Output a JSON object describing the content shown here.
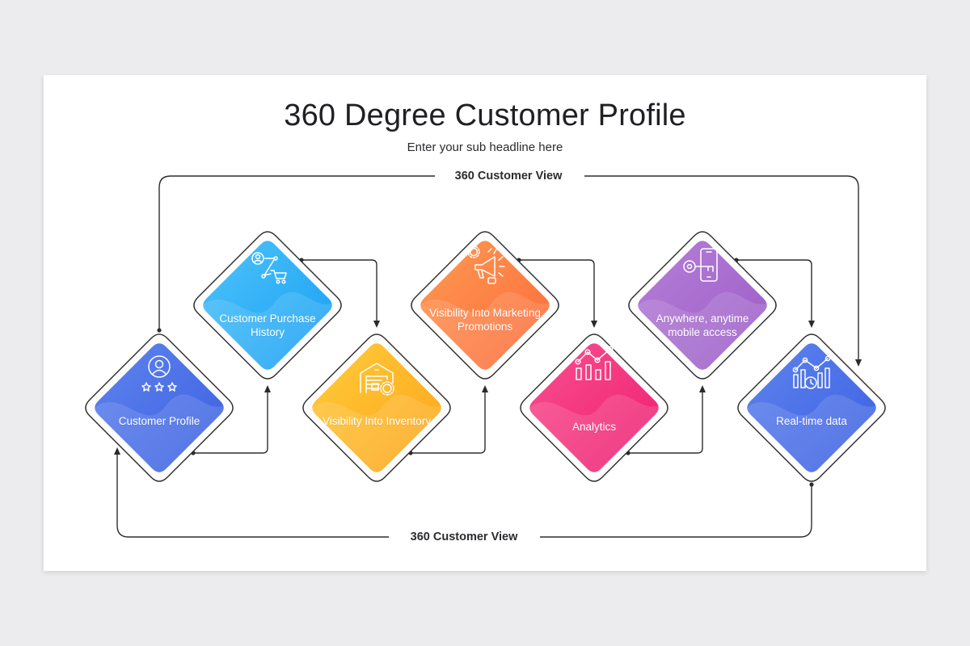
{
  "title": "360 Degree Customer Profile",
  "subtitle": "Enter your sub headline here",
  "loop_label_top": "360 Customer View",
  "loop_label_bottom": "360 Customer View",
  "nodes": [
    {
      "label": "Customer Profile",
      "icon": "customer-rating-icon",
      "colors": [
        "#5f84ee",
        "#3b5fe0"
      ]
    },
    {
      "label": "Customer Purchase History",
      "icon": "purchase-journey-icon",
      "colors": [
        "#4fc3fb",
        "#169ff2"
      ]
    },
    {
      "label": "Visibility Into Inventory",
      "icon": "warehouse-icon",
      "colors": [
        "#ffcc3a",
        "#fca41a"
      ]
    },
    {
      "label": "Visibility Into Marketing Promotions",
      "icon": "megaphone-icon",
      "colors": [
        "#ff9a52",
        "#fb6a3a"
      ]
    },
    {
      "label": "Analytics",
      "icon": "analytics-chart-icon",
      "colors": [
        "#f9508f",
        "#ee1d70"
      ]
    },
    {
      "label": "Anywhere, anytime mobile access",
      "icon": "mobile-key-icon",
      "colors": [
        "#b77fd8",
        "#9a5cc6"
      ]
    },
    {
      "label": "Real-time data",
      "icon": "realtime-bar-chart-icon",
      "colors": [
        "#5f84ee",
        "#3b5fe0"
      ]
    }
  ]
}
